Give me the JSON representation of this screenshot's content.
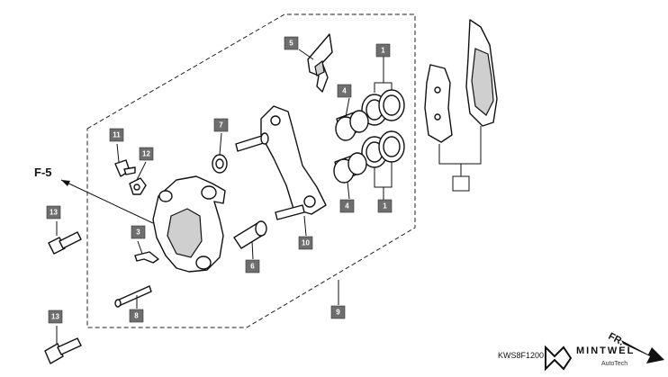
{
  "ref_label": "F-5",
  "diagram_code": "KWS8F1200",
  "front_label": "FR.",
  "watermark": {
    "brand": "MINTWEL",
    "sub": "AutoTech"
  },
  "callouts": [
    {
      "id": "c5",
      "text": "5"
    },
    {
      "id": "c1a",
      "text": "1"
    },
    {
      "id": "c4a",
      "text": "4"
    },
    {
      "id": "c7",
      "text": "7"
    },
    {
      "id": "c11",
      "text": "11"
    },
    {
      "id": "c12",
      "text": "12"
    },
    {
      "id": "c13a",
      "text": "13"
    },
    {
      "id": "c3",
      "text": "3"
    },
    {
      "id": "c4b",
      "text": "4"
    },
    {
      "id": "c1b",
      "text": "1"
    },
    {
      "id": "c10",
      "text": "10"
    },
    {
      "id": "c6",
      "text": "6"
    },
    {
      "id": "c8",
      "text": "8"
    },
    {
      "id": "c9",
      "text": "9"
    },
    {
      "id": "c13b",
      "text": "13"
    },
    {
      "id": "cblank",
      "text": ""
    }
  ]
}
